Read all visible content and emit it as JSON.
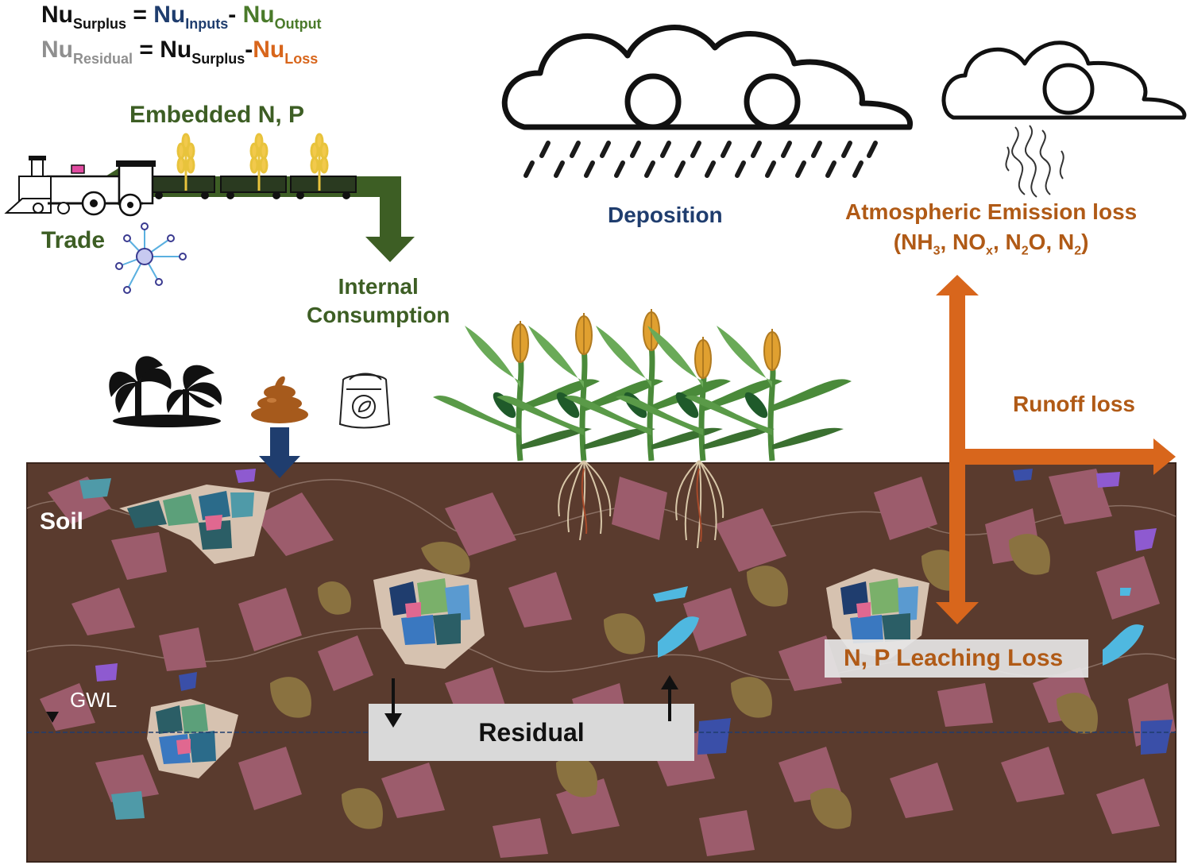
{
  "equations": {
    "eq1": {
      "lhs": "Nu",
      "lhs_sub": "Surplus",
      "eq": "=",
      "t1": "Nu",
      "t1_sub": "Inputs",
      "minus": "-",
      "t2": "Nu",
      "t2_sub": "Output"
    },
    "eq2": {
      "lhs": "Nu",
      "lhs_sub": "Residual",
      "eq": "=",
      "t1": "Nu",
      "t1_sub": "Surplus",
      "minus": "-",
      "t2": "Nu",
      "t2_sub": "Loss"
    }
  },
  "labels": {
    "embedded": "Embedded N, P",
    "trade": "Trade",
    "internal_line1": "Internal",
    "internal_line2": "Consumption",
    "deposition": "Deposition",
    "atm_line1": "Atmospheric Emission loss",
    "atm_open": "(NH",
    "atm_s1": "3",
    "atm_c1": ", NO",
    "atm_s2": "x",
    "atm_c2": ", N",
    "atm_s3": "2",
    "atm_c3": "O, N",
    "atm_s4": "2",
    "atm_close": ")",
    "runoff": "Runoff loss",
    "soil": "Soil",
    "leaching": "N, P Leaching Loss",
    "gwl": "GWL",
    "residual": "Residual"
  },
  "colors": {
    "soil": "#5a3b2e",
    "trade_arrow": "#3d5e24",
    "input_arrow": "#1f3d6e",
    "loss_arrow": "#d8661c",
    "label_orange": "#b05a16",
    "deposition_text": "#1f3d6e",
    "residual_box": "#d9d9d9"
  },
  "icons": [
    "train-icon",
    "wheat-icon",
    "network-icon",
    "cloud-icon",
    "rain-icon",
    "vapor-icon",
    "palm-tree-icon",
    "manure-icon",
    "fertilizer-bag-icon",
    "corn-plant-icon",
    "roots-icon"
  ]
}
